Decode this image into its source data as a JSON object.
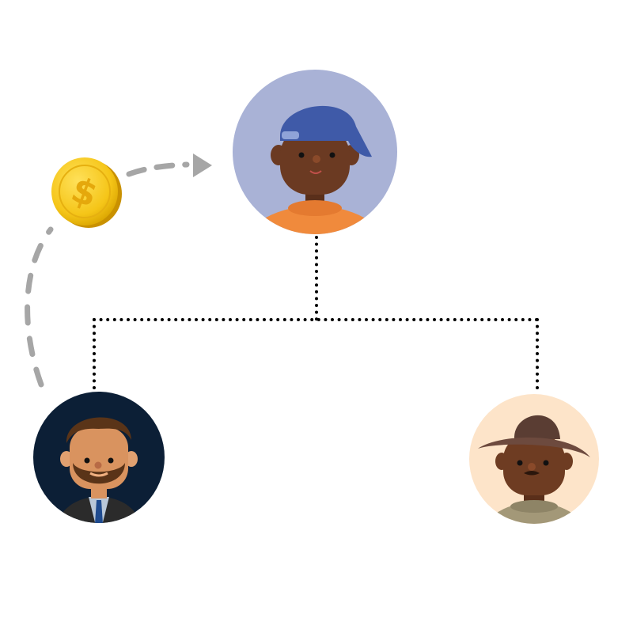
{
  "diagram": {
    "type": "hierarchy",
    "colors": {
      "background": "#ffffff",
      "connector": "#000000",
      "flow_arrow": "#a6a6a6",
      "coin": "#f5c518",
      "coin_dark": "#d9a400"
    },
    "nodes": [
      {
        "id": "parent",
        "role": "top-avatar",
        "description": "person with blue backwards cap and orange shirt",
        "bg": "#a9b2d6",
        "cap": "#3f5aa8",
        "shirt": "#f08a3c",
        "skin": "#6b3a22"
      },
      {
        "id": "child-left",
        "role": "bottom-left-avatar",
        "description": "bearded man in suit and tie",
        "bg": "#0c1f36",
        "hair": "#5a3418",
        "skin": "#d9935f",
        "suit": "#2b2b2b",
        "tie": "#1f4b8f"
      },
      {
        "id": "child-right",
        "role": "bottom-right-avatar",
        "description": "man with brown wide-brim hat and mustache",
        "bg": "#fde4c9",
        "hat": "#5a3d33",
        "skin": "#6e3c22",
        "shirt": "#a39878"
      }
    ],
    "edges": [
      {
        "from": "parent",
        "to": "child-left",
        "style": "dotted"
      },
      {
        "from": "parent",
        "to": "child-right",
        "style": "dotted"
      }
    ],
    "flow": {
      "from": "child-left",
      "to": "parent",
      "via": "coin",
      "style": "dashed-arrow",
      "symbol": "$"
    }
  }
}
